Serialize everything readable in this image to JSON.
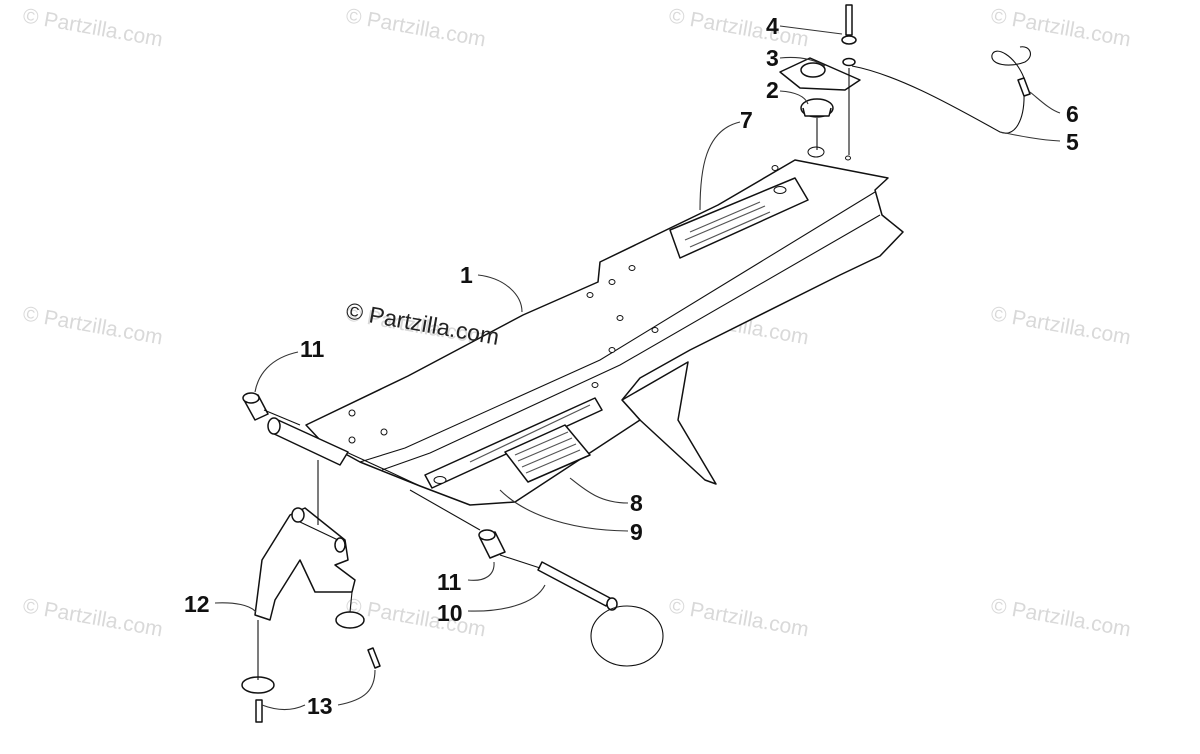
{
  "watermarks": [
    "© Partzilla.com",
    "© Partzilla.com",
    "© Partzilla.com",
    "© Partzilla.com",
    "© Partzilla.com",
    "© Partzilla.com",
    "© Partzilla.com",
    "© Partzilla.com",
    "© Partzilla.com",
    "© Partzilla.com",
    "© Partzilla.com",
    "© Partzilla.com"
  ],
  "center_watermark": "© Partzilla.com",
  "callouts": [
    "1",
    "2",
    "3",
    "4",
    "5",
    "6",
    "7",
    "8",
    "9",
    "10",
    "11",
    "11",
    "12",
    "13"
  ],
  "colors": {
    "line": "#111111",
    "watermark": "#d9d9d9",
    "background": "#ffffff"
  }
}
